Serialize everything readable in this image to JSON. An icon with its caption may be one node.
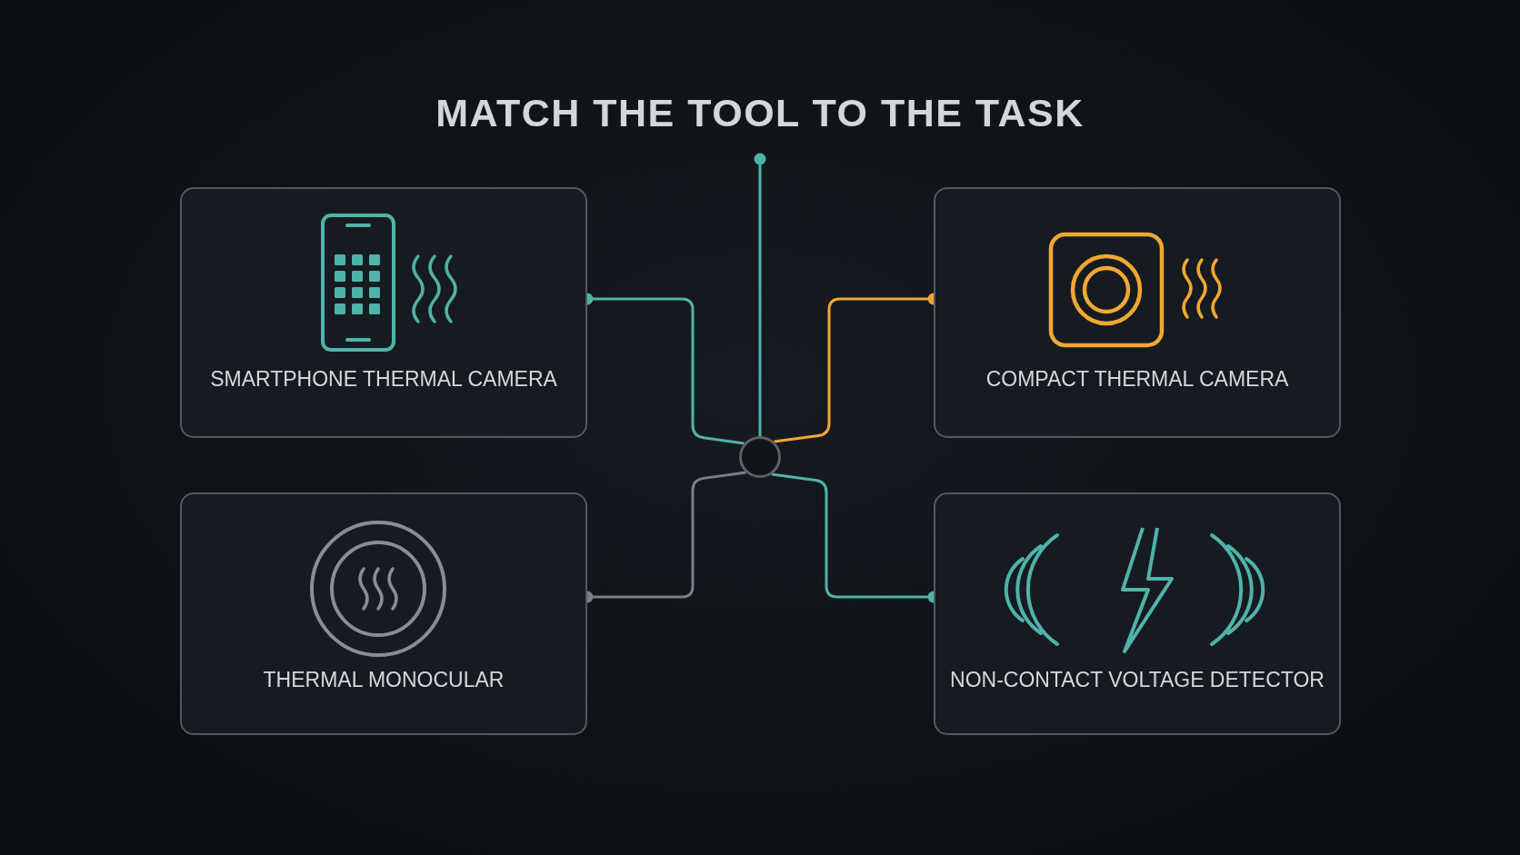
{
  "diagram": {
    "title": "MATCH THE TOOL TO THE TASK",
    "nodes": [
      {
        "text": [
          "SMARTPHONE THERMAL CAMERA"
        ]
      },
      {
        "text": [
          "COMPACT THERMAL CAMERA"
        ]
      },
      {
        "text": [],
        "shape": "circle"
      },
      {
        "text": [
          "THERMAL MONOCULAR"
        ]
      },
      {
        "text": [
          "NON-CONTACT VOLTAGE DETECTOR"
        ]
      }
    ],
    "edges": [
      {
        "from": 2,
        "to": null,
        "arrow": "other"
      },
      {
        "from": 2,
        "to": 0,
        "arrow": "other"
      },
      {
        "from": 2,
        "to": 1,
        "arrow": "other",
        "color": "#f0a832"
      },
      {
        "from": 2,
        "to": 3,
        "arrow": "other",
        "color": "#7c8085"
      },
      {
        "from": 2,
        "to": 4,
        "arrow": "other"
      }
    ]
  }
}
